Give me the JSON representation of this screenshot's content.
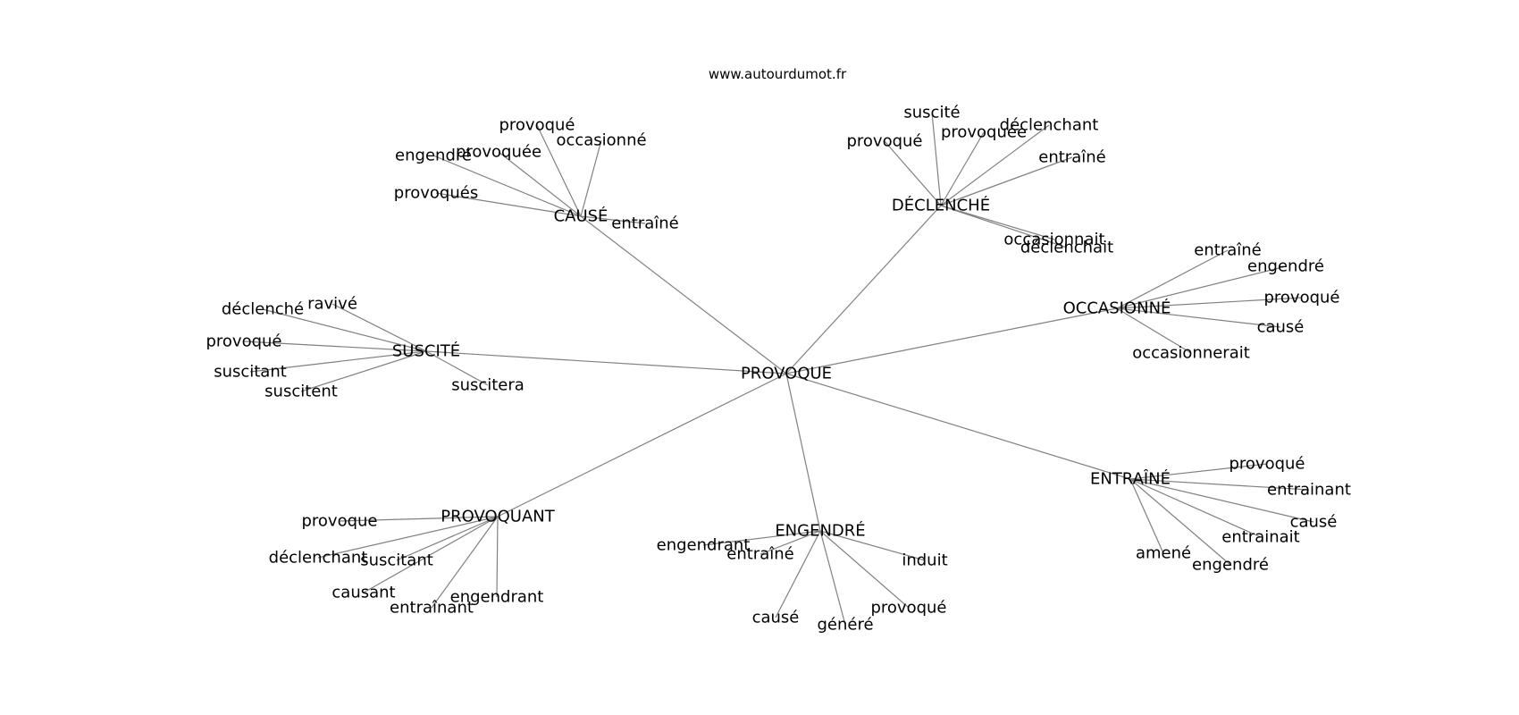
{
  "source": "www.autourdumot.fr",
  "graph": {
    "root": "PROVOQUE",
    "groups": [
      {
        "hub": "CAUSÉ",
        "leaves": [
          "provoqué",
          "occasionné",
          "engendré",
          "provoquée",
          "provoqués",
          "entraîné"
        ]
      },
      {
        "hub": "DÉCLENCHÉ",
        "leaves": [
          "suscité",
          "provoqué",
          "provoquée",
          "déclenchant",
          "entraîné",
          "occasionnait",
          "déclenchait"
        ]
      },
      {
        "hub": "OCCASIONNÉ",
        "leaves": [
          "entraîné",
          "engendré",
          "provoqué",
          "causé",
          "occasionnerait"
        ]
      },
      {
        "hub": "SUSCITÉ",
        "leaves": [
          "déclenché",
          "ravivé",
          "provoqué",
          "suscitant",
          "suscitent",
          "suscitera"
        ]
      },
      {
        "hub": "ENTRAÎNÉ",
        "leaves": [
          "provoqué",
          "entrainant",
          "causé",
          "entrainait",
          "amené",
          "engendré"
        ]
      },
      {
        "hub": "ENGENDRÉ",
        "leaves": [
          "engendrant",
          "entraîné",
          "induit",
          "provoqué",
          "causé",
          "généré"
        ]
      },
      {
        "hub": "PROVOQUANT",
        "leaves": [
          "provoque",
          "déclenchant",
          "suscitant",
          "causant",
          "entraînant",
          "engendrant"
        ]
      }
    ]
  }
}
